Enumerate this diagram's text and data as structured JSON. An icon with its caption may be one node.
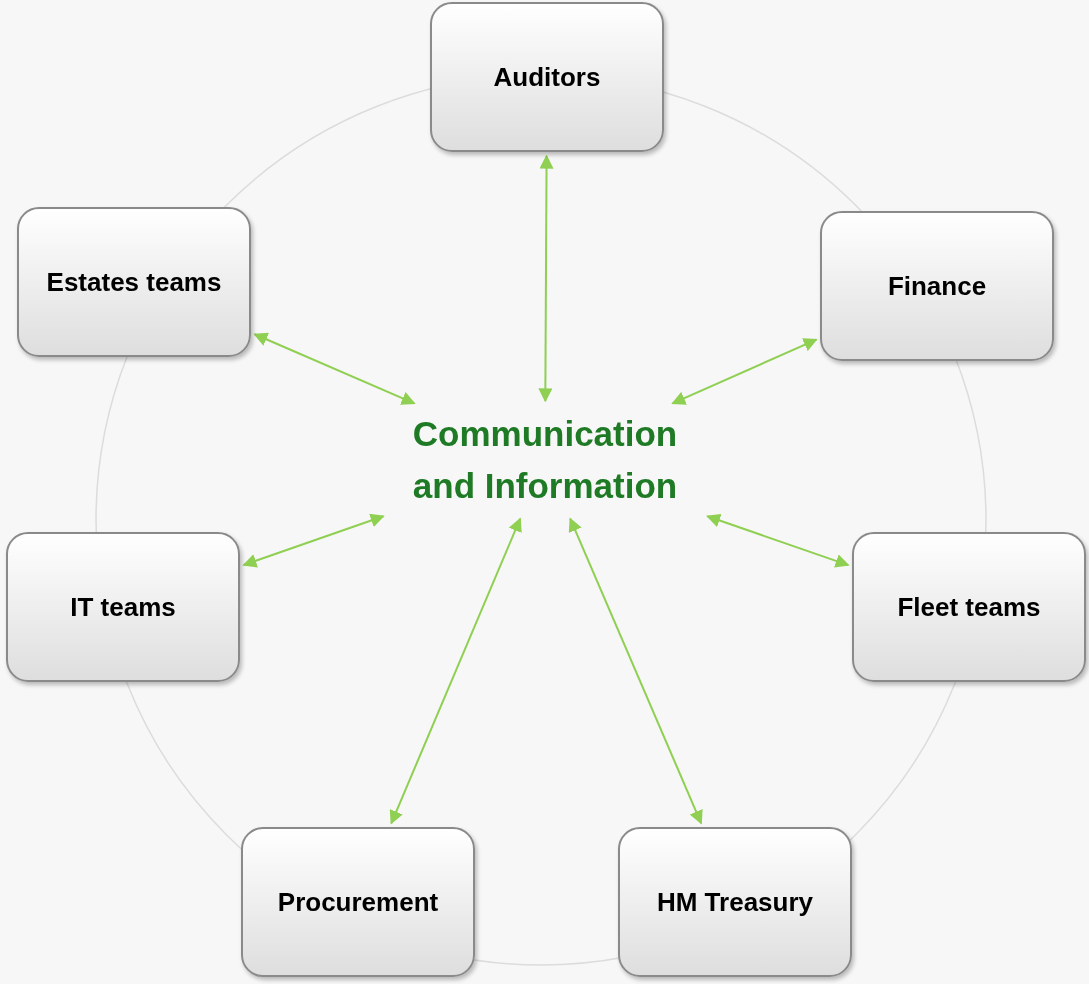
{
  "diagram": {
    "nodes": [
      {
        "text": [
          "Auditors"
        ]
      },
      {
        "text": [
          "Estates teams"
        ]
      },
      {
        "text": [
          "Finance"
        ]
      },
      {
        "text": [
          "Communication and Information"
        ]
      },
      {
        "text": [
          "IT teams"
        ]
      },
      {
        "text": [
          "Fleet teams"
        ]
      },
      {
        "text": [
          "Procurement"
        ]
      },
      {
        "text": [
          "HM Treasury"
        ]
      }
    ],
    "edges": [
      {
        "from": 3,
        "to": 0,
        "arrow": "both"
      },
      {
        "from": 3,
        "to": 1,
        "arrow": "both"
      },
      {
        "from": 3,
        "to": 2,
        "arrow": "both"
      },
      {
        "from": 3,
        "to": 4,
        "arrow": "both"
      },
      {
        "from": 3,
        "to": 5,
        "arrow": "both"
      },
      {
        "from": 3,
        "to": 6,
        "arrow": "both"
      },
      {
        "from": 3,
        "to": 7,
        "arrow": "both"
      }
    ]
  }
}
